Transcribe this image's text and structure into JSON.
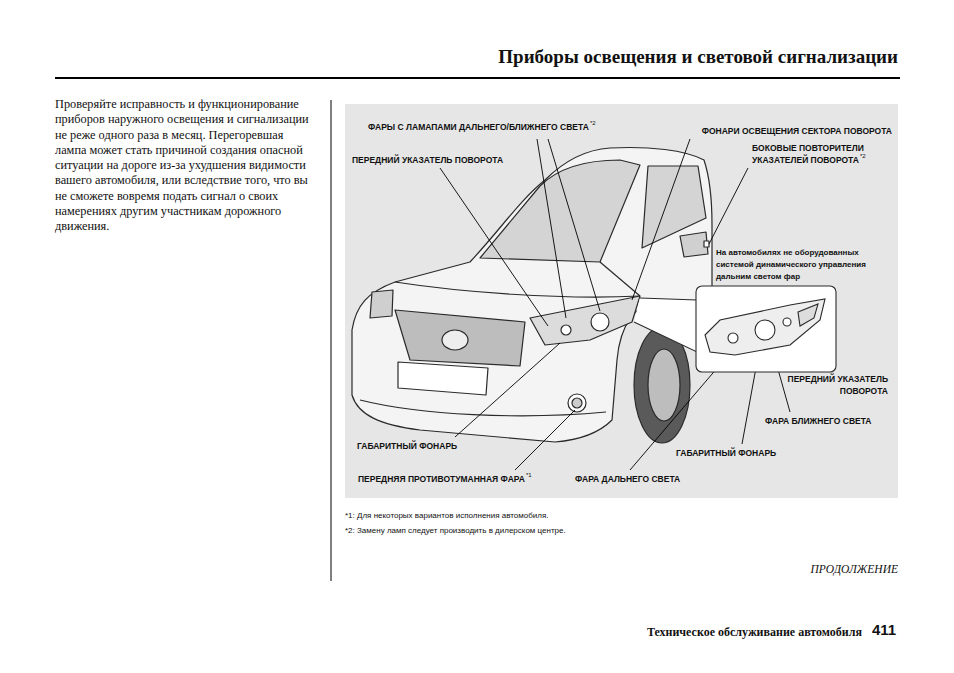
{
  "diagram": {
    "title": "Приборы освещения и световой сигнализации",
    "labels": [
      "Проверяйте исправность и функционирование приборов наружного освещения и сигнализации не реже одного раза в месяц. Перегоревшая лампа может стать причиной создания опасной ситуации на дороге из-за ухудшения видимости вашего автомобиля, или вследствие того, что вы не сможете вовремя подать сигнал о своих намерениях другим участникам дорожного движения.",
      "ФАРЫ С ЛАМАПАМИ ДАЛЬНЕГО/БЛИЖНЕГО СВЕТА",
      "*2",
      "ФОНАРИ ОСВЕЩЕНИЯ СЕКТОРА ПОВОРОТА",
      "ПЕРЕДНИЙ УКАЗАТЕЛЬ ПОВОРОТА",
      "БОКОВЫЕ ПОВТОРИТЕЛИ УКАЗАТЕЛЕЙ ПОВОРОТА",
      "*2",
      "На автомобилях не оборудованных системой динамического управления дальним светом фар",
      "ПЕРЕДНИЙ УКАЗАТЕЛЬ ПОВОРОТА",
      "ФАРА БЛИЖНЕГО СВЕТА",
      "ГАБАРИТНЫЙ ФОНАРЬ",
      "ФАРА ДАЛЬНЕГО СВЕТА",
      "ГАБАРИТНЫЙ ФОНАРЬ",
      "ПЕРЕДНЯЯ ПРОТИВОТУМАННАЯ ФАРА",
      "*1",
      "*1: Для некоторых вариантов исполнения автомобиля.",
      "*2: Замену ламп следует производить в дилерском центре.",
      "ПРОДОЛЖЕНИЕ",
      "Техническое обслуживание автомобиля",
      "411"
    ]
  }
}
